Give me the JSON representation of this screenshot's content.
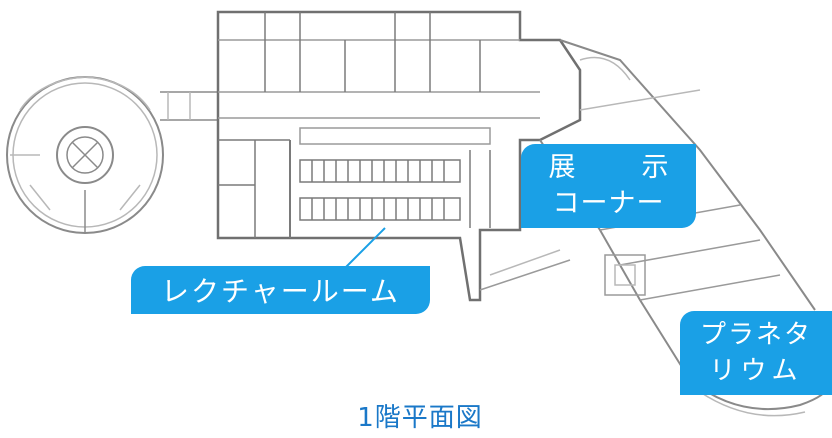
{
  "labels": {
    "lecture_room": "レクチャールーム",
    "exhibit_line1": "展示",
    "exhibit_line2": "コーナー",
    "planetarium_line1": "プラネタ",
    "planetarium_line2": "リウム"
  },
  "caption": "1階平面図",
  "colors": {
    "label_bg": "#1aa0e6",
    "label_text": "#ffffff",
    "caption": "#1a78c8",
    "plan_line": "#6e6e6e",
    "plan_light": "#b8b8b8",
    "background": "#ffffff"
  }
}
